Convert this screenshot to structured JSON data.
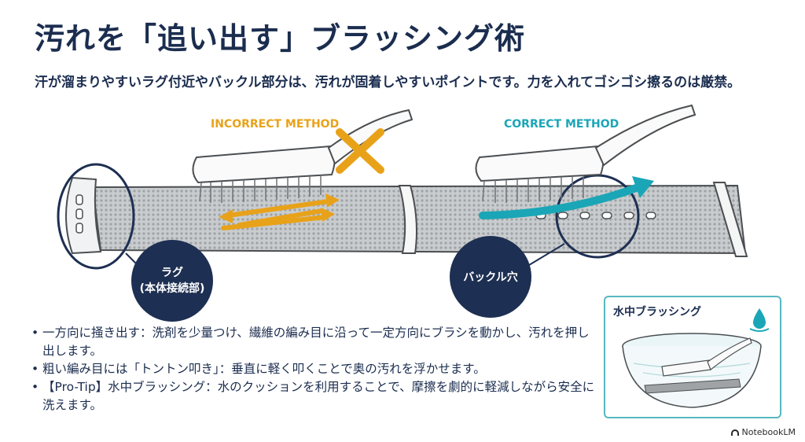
{
  "header": {
    "title": "汚れを「追い出す」ブラッシング術",
    "subtitle": "汗が溜まりやすいラグ付近やバックル部分は、汚れが固着しやすいポイントです。力を入れてゴシゴシ擦るのは厳禁。"
  },
  "illustration": {
    "incorrect_label": "INCORRECT METHOD",
    "correct_label": "CORRECT METHOD",
    "lug_callout_line1": "ラグ",
    "lug_callout_line2": "(本体接続部)",
    "buckle_callout": "バックル穴"
  },
  "bullets": [
    "一方向に掻き出す：洗剤を少量つけ、繊維の編み目に沿って一定方向にブラシを動かし、汚れを押し出します。",
    "粗い編み目には「トントン叩き」：垂直に軽く叩くことで奥の汚れを浮かせます。",
    "【Pro-Tip】水中ブラッシング：水のクッションを利用することで、摩擦を劇的に軽減しながら安全に洗えます。"
  ],
  "underwater_box": {
    "title": "水中ブラッシング"
  },
  "footer": {
    "brand": "NotebookLM"
  },
  "colors": {
    "navy": "#1d2f52",
    "incorrect_orange": "#e8a21a",
    "correct_teal": "#1aa6b7",
    "box_border": "#56b8bf"
  }
}
